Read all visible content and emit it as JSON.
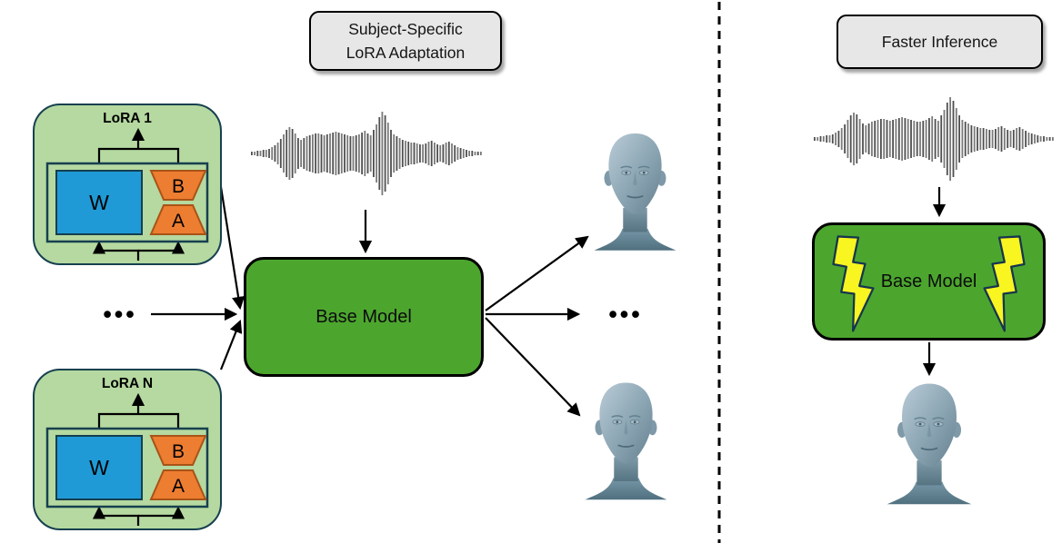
{
  "diagram": {
    "left_panel": {
      "title_line1": "Subject-Specific",
      "title_line2": "LoRA Adaptation",
      "lora_cards": [
        {
          "label": "LoRA 1",
          "w_label": "W",
          "b_label": "B",
          "a_label": "A"
        },
        {
          "label": "LoRA N",
          "w_label": "W",
          "b_label": "B",
          "a_label": "A"
        }
      ],
      "ellipsis_inputs": "•••",
      "ellipsis_outputs": "•••",
      "base_model_label": "Base Model"
    },
    "right_panel": {
      "title": "Faster Inference",
      "base_model_label": "Base Model"
    }
  },
  "icons": {
    "audio_waveform": "audio-waveform-icon",
    "lightning_bolt": "lightning-bolt-icon",
    "face_render": "3d-face-render"
  },
  "colors": {
    "lora_card_fill": "#b5d9a0",
    "lora_card_border": "#17404f",
    "weight_matrix_blue": "#1f9ad6",
    "adapter_orange": "#ed7d31",
    "adapter_orange_border": "#a85317",
    "base_model_green": "#4ca62e",
    "title_box_gray": "#e7e7e7",
    "bolt_yellow": "#f8f520",
    "waveform_gray": "#5a5a5a"
  },
  "waveform": {
    "amplitudes": [
      2,
      2,
      3,
      3,
      4,
      4,
      5,
      7,
      9,
      12,
      16,
      21,
      26,
      29,
      27,
      22,
      17,
      15,
      17,
      19,
      20,
      21,
      22,
      22,
      21,
      20,
      21,
      22,
      23,
      24,
      23,
      22,
      21,
      20,
      19,
      19,
      20,
      21,
      23,
      25,
      22,
      20,
      26,
      32,
      40,
      46,
      42,
      34,
      26,
      21,
      19,
      17,
      15,
      14,
      13,
      12,
      12,
      11,
      10,
      10,
      11,
      13,
      14,
      12,
      10,
      9,
      10,
      12,
      13,
      11,
      9,
      7,
      6,
      5,
      4,
      3,
      3,
      2,
      2,
      2
    ]
  }
}
